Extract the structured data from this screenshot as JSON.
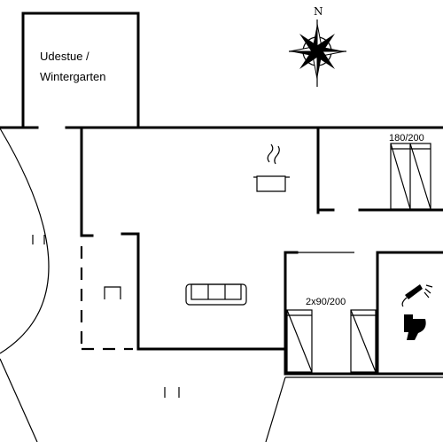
{
  "compass": {
    "north_label": "N"
  },
  "rooms": {
    "wintergarden_line1": "Udestue /",
    "wintergarden_line2": "Wintergarten"
  },
  "beds": {
    "double_bed": "180/200",
    "twin_beds": "2x90/200"
  },
  "icons": [
    "compass-rose-icon",
    "cooking-pot-icon",
    "sofa-icon",
    "shower-icon",
    "toilet-icon",
    "chair-icon"
  ]
}
